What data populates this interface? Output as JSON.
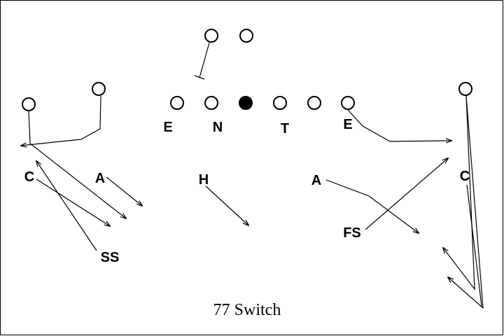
{
  "diagram": {
    "title": "77 Switch",
    "colors": {
      "ink": "#000000",
      "paper": "#ffffff"
    },
    "labels": {
      "end_left": "E",
      "nose": "N",
      "tackle": "T",
      "end_right": "E",
      "corner_left": "C",
      "apex_left": "A",
      "hook": "H",
      "apex_right": "A",
      "strong_safety": "SS",
      "free_safety": "FS",
      "corner_right": "C"
    }
  }
}
